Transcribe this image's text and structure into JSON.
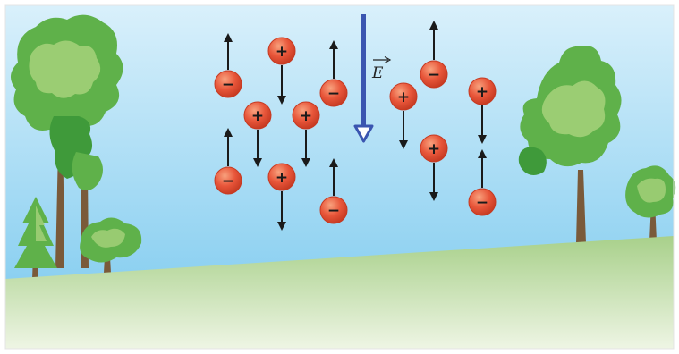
{
  "colors": {
    "sky_top": "#d9f0fb",
    "sky_bottom": "#78c8ee",
    "ground_top": "#a8d08a",
    "ground_bottom": "#eef5e4",
    "particle_fill": "#e8563a",
    "particle_highlight": "#f8a27e",
    "field_arrow": "#3a55b0",
    "force_arrow": "#1a1a1a",
    "trunk": "#7a5a3a",
    "leaf_dark": "#3f9a3a",
    "leaf_mid": "#5fb14a",
    "leaf_light": "#a6d27a"
  },
  "field": {
    "label": "E",
    "direction": "down"
  },
  "charges": {
    "positive_symbol": "+",
    "negative_symbol": "−",
    "positive_force": "down",
    "negative_force": "up"
  },
  "icons": [
    "positive-charge-icon",
    "negative-charge-icon",
    "tree-icon",
    "force-arrow-icon"
  ]
}
